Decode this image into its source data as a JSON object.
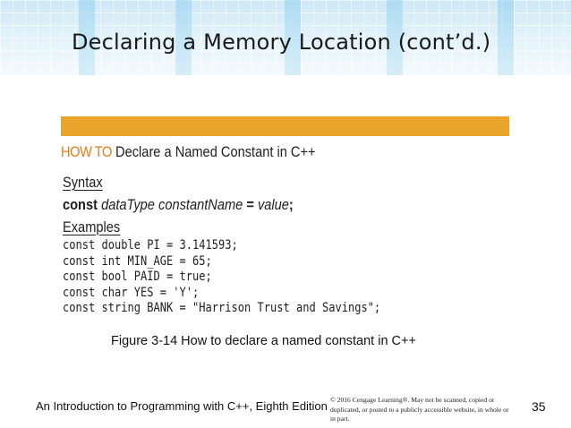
{
  "slide": {
    "title": "Declaring a Memory Location (cont’d.)"
  },
  "figure": {
    "howto_tag": "HOW TO",
    "howto_text": "Declare a Named Constant in C++",
    "syntax_label": "Syntax",
    "syntax": {
      "keyword": "const",
      "data_type": "dataType",
      "constant_name": "constantName",
      "equals": "=",
      "value": "value",
      "semicolon": ";"
    },
    "examples_label": "Examples",
    "examples": [
      "const double PI = 3.141593;",
      "const int MIN_AGE = 65;",
      "const bool PAID = true;",
      "const char YES = 'Y';",
      "const string BANK = \"Harrison Trust and Savings\";"
    ],
    "caption": "Figure 3-14 How to declare a named constant in C++"
  },
  "footer": {
    "book": "An Introduction to Programming with C++, Eighth Edition",
    "copyright": "© 2016 Cengage Learning®. May not be scanned, copied or duplicated, or posted to a publicly accessible website, in whole or in part.",
    "page_number": "35"
  },
  "colors": {
    "orange_bar": "#e8a42b",
    "howto_tag": "#e07d1c",
    "header_background": "#dceff9"
  }
}
